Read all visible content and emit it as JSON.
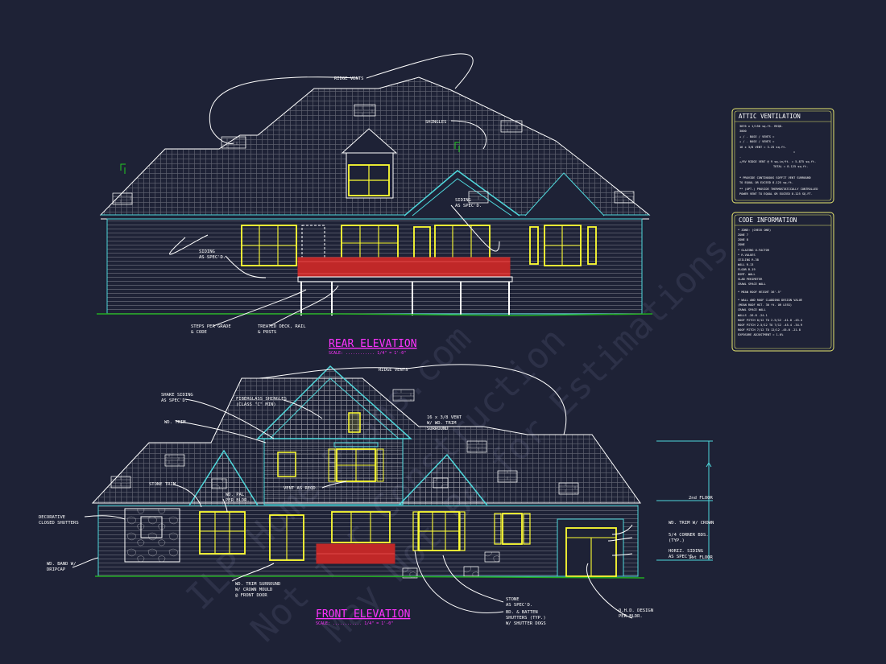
{
  "sheet": {
    "background": "#1e2236",
    "line_color": "#ffffff",
    "accent_cyan": "#4fd8dc",
    "window_yellow": "#ffff33",
    "rail_red": "#c02828",
    "title_magenta": "#ff33ff",
    "watermark_lines": [
      "ILP Home Plans.com",
      "Not for Construction",
      "May Not Be for Estimations"
    ]
  },
  "rear_elevation": {
    "title": "REAR ELEVATION",
    "scale": "SCALE: ............ 1/4\" = 1'-0\"",
    "callouts": {
      "ridge_vents": "RIDGE VENTS",
      "shingles": "SHINGLES",
      "siding_right": [
        "SIDING",
        "AS SPEC'D."
      ],
      "siding_left": [
        "SIDING",
        "AS SPEC'D."
      ],
      "steps": [
        "STEPS PER GRADE",
        "& CODE"
      ],
      "deck": [
        "TREATED DECK, RAIL",
        "& POSTS"
      ]
    }
  },
  "front_elevation": {
    "title": "FRONT ELEVATION",
    "scale": "SCALE: ............ 1/4\" = 1'-0\"",
    "callouts": {
      "ridge_vents": "RIDGE VENTS",
      "shake_siding": [
        "SHAKE SIDING",
        "AS SPEC'D."
      ],
      "fiberglass": [
        "FIBERGLASS SHINGLES",
        "(CLASS \"C\" MIN)"
      ],
      "wd_trim": "WD. TRIM",
      "vent": [
        "16 x 3/8 VENT",
        "W/ WD. TRIM",
        "SURROUND"
      ],
      "stone_trim": "STONE TRIM",
      "wd_pal": [
        "WD. PAL",
        "PER BLDR."
      ],
      "vent_req": "VENT AS REQD.",
      "decorative": [
        "DECORATIVE",
        "CLOSED SHUTTERS"
      ],
      "wd_band": [
        "WD. BAND W/",
        "DRIPCAP"
      ],
      "door_trim": [
        "WD. TRIM SURROUND",
        "W/ CROWN MOULD",
        "@ FRONT DOOR"
      ],
      "stone": [
        "STONE",
        "AS SPEC'D."
      ],
      "batten": [
        "BD. & BATTEN",
        "SHUTTERS (TYP.)",
        "W/ SHUTTER DOGS"
      ],
      "ohd": [
        "O.H.D. DESIGN",
        "PER BLDR."
      ],
      "trim_crown": "WD. TRIM W/ CROWN",
      "corner": [
        "5/4 CORNER BDS.",
        "(TYP.)"
      ],
      "horiz": [
        "HORIZ. SIDING",
        "AS SPEC'D."
      ],
      "floor2": "2nd FLOOR",
      "floor1": "1st FLOOR"
    }
  },
  "attic_ventilation": {
    "title": "ATTIC VENTILATION",
    "lines": [
      "3876 x 1/150 sq.ft. REQD.",
      "3000",
      "+ / -        BASE   /   VENTS  =",
      "+ / -        BASE   /   VENTS  =",
      "16 x 3/8 VENT                  =  3.25 sq.ft.",
      "=",
      "-",
      "+/RV  RIDGE VENT @ 9 sq.in/ft. =  5.875 sq.ft.",
      "TOTAL     =  8.125 sq.ft.",
      "",
      "* PROVIDE CONTINUOUS SOFFIT VENT SURROUND",
      "  TO EQUAL OR EXCEED  8.125 sq.ft.",
      "** (OPT.) PROVIDE THERMOSTATICALLY CONTROLLED",
      "  POWER VENT TO EQUAL OR EXCEED  8.125 SQ.FT."
    ]
  },
  "code_information": {
    "title": "CODE INFORMATION",
    "lines": [
      "* ZONE: (CHECK ONE)",
      "    ZONE 7",
      "    ZONE 8",
      "    ZONE",
      "* GLAZING U-FACTOR",
      "* R-VALUES",
      "    CEILING            R-38",
      "    WALL               R-13",
      "    FLOOR              R-19",
      "    BSMT. WALL",
      "    SLAB PERIMETER",
      "    CRAWL SPACE WALL",
      "* MEAN ROOF HEIGHT  36'-5\"",
      "* WALL AND ROOF CLADDING DESIGN VALUE",
      "  (MEAN ROOF HGT. 30 ft. OR LESS)",
      "    CRAWL SPACE WALL",
      "    WALLS                 -26.8  -24.1",
      "    ROOF PITCH 0/12 TO 2.5/12  -41.0  -45.4",
      "    ROOF PITCH 2.5/12 TO 7/12  -45.4  -34.9",
      "    ROOF PITCH 7/12 TO 12/12   -45.0  -21.8",
      "    EXPOSURE ADJUSTMENT         = 1.0%"
    ]
  }
}
